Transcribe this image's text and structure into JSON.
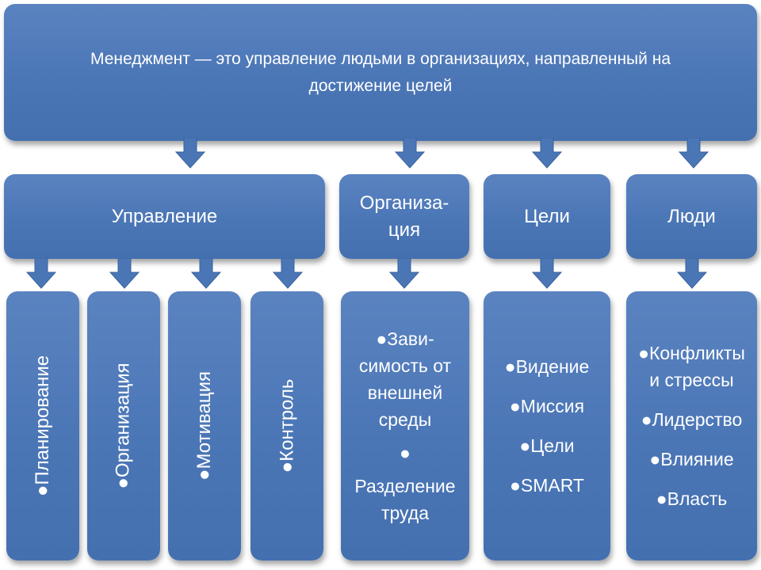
{
  "colors": {
    "box": "#4b76b6",
    "text": "#ffffff",
    "arrow": "#4b76b6"
  },
  "top": {
    "line1": "Менеджмент — это управление людьми в организациях, направленный  на",
    "line2": "достижение целей"
  },
  "level2": {
    "management": "Управление",
    "organization_line1": "Организа-",
    "organization_line2": "ция",
    "goals": "Цели",
    "people": "Люди"
  },
  "functions": {
    "planning": "●Планирование",
    "organization": "●Организация",
    "motivation": "●Мотивация",
    "control": "●Контроль"
  },
  "organization_details": {
    "line1": "●Зави-",
    "line2": "симость от",
    "line3": "внешней",
    "line4": "среды",
    "bullet": "●",
    "line5": "Разделение",
    "line6": "труда"
  },
  "goals_details": {
    "item1": "●Видение",
    "item2": "●Миссия",
    "item3": "●Цели",
    "item4": "●SMART"
  },
  "people_details": {
    "item1_line1": "●Конфликты",
    "item1_line2": "и стрессы",
    "item2": "●Лидерство",
    "item3": "●Влияние",
    "item4": "●Власть"
  }
}
